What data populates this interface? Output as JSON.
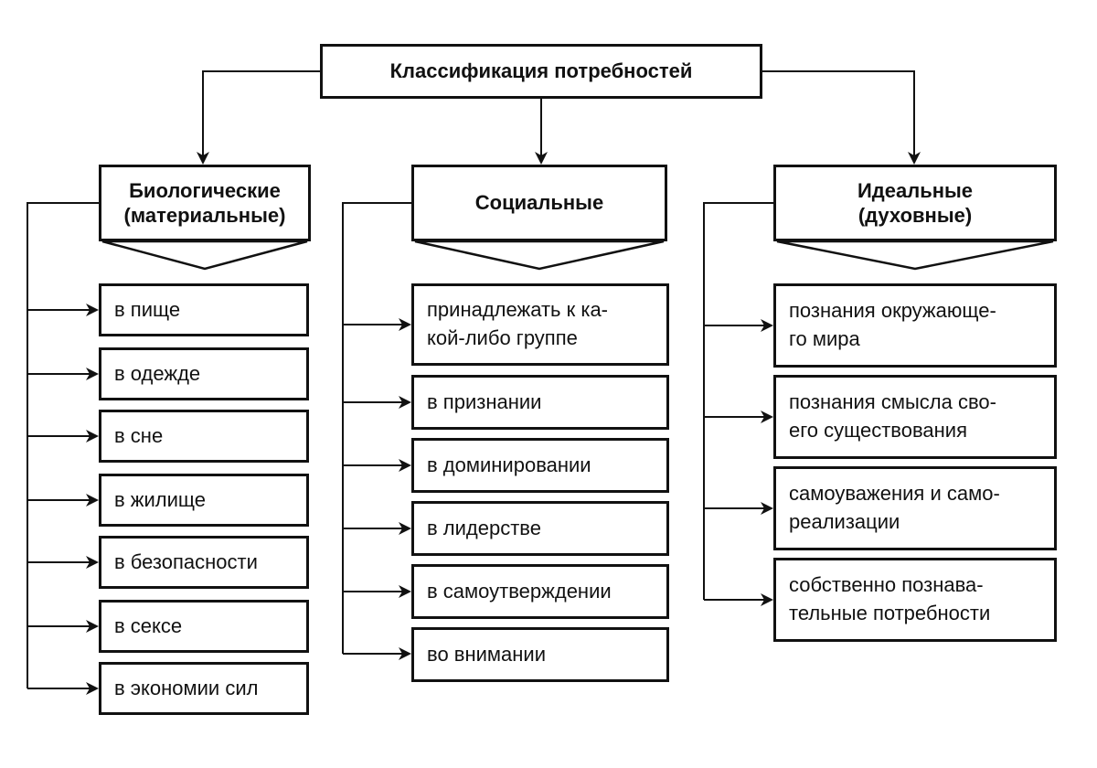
{
  "root": {
    "label": "Классификация потребностей"
  },
  "categories": [
    {
      "label": "Биологические\n(материальные)",
      "items": [
        "в пище",
        "в одежде",
        "в сне",
        "в жилище",
        "в безопасности",
        "в сексе",
        "в экономии сил"
      ]
    },
    {
      "label": "Социальные",
      "items": [
        "принадлежать к ка-\nкой-либо группе",
        "в признании",
        "в доминировании",
        "в лидерстве",
        "в самоутверждении",
        "во внимании"
      ]
    },
    {
      "label": "Идеальные\n(духовные)",
      "items": [
        "познания окружающе-\nго мира",
        "познания смысла сво-\nего существования",
        "самоуважения и само-\nреализации",
        "собственно познава-\nтельные потребности"
      ]
    }
  ]
}
